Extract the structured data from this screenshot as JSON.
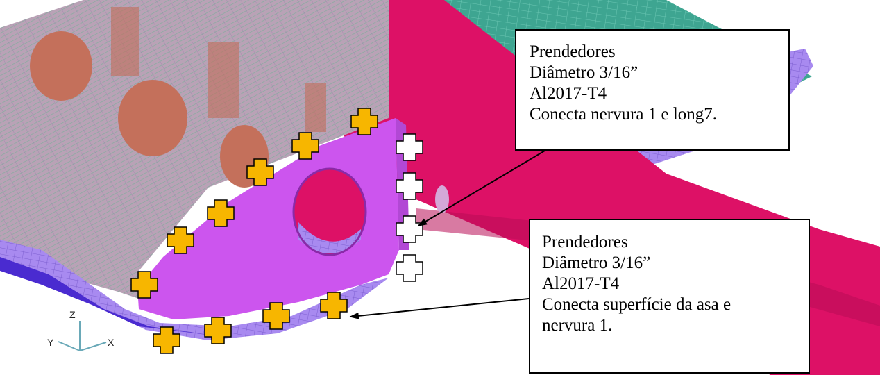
{
  "colors": {
    "rib_purple": "#cc55ee",
    "spar_magenta": "#dd1166",
    "skin_teal": "#33a58f",
    "skin_violet": "#9f7fe8",
    "fastener_orange": "#f7b600",
    "fastener_white": "#ffffff"
  },
  "axes": {
    "z": "Z",
    "y": "Y",
    "x": "X"
  },
  "callouts": [
    {
      "lines": [
        "Prendedores",
        "Diâmetro  3/16”",
        "Al2017-T4",
        "Conecta nervura 1 e long7."
      ],
      "fastener_color": "white"
    },
    {
      "lines": [
        "Prendedores",
        "Diâmetro  3/16”",
        "Al2017-T4",
        "Conecta superfície da asa e",
        "nervura 1."
      ],
      "fastener_color": "orange"
    }
  ]
}
